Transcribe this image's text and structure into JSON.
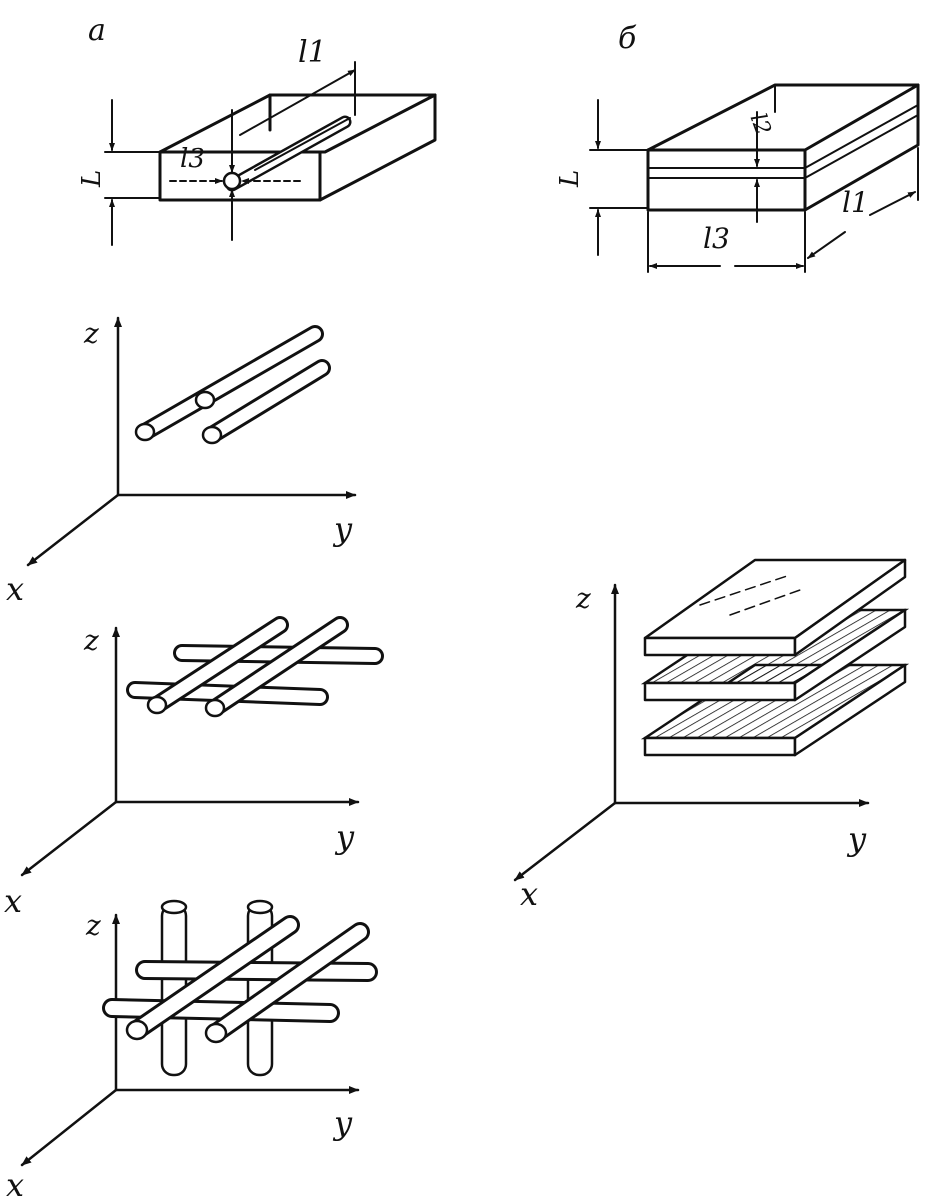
{
  "panel_labels": {
    "a": "а",
    "b": "б"
  },
  "dims": {
    "l1": "l1",
    "l2": "l2",
    "l3": "l3",
    "L": "L"
  },
  "axes": {
    "x": "x",
    "y": "y",
    "z": "z"
  }
}
